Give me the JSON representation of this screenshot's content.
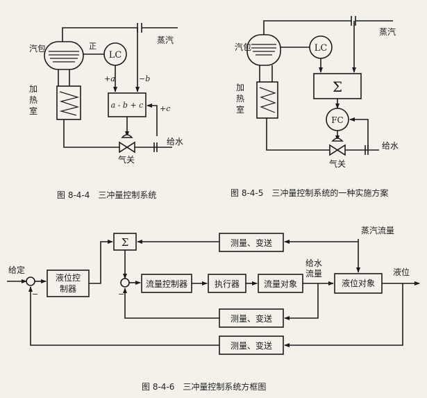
{
  "fig1": {
    "drum": "汽包",
    "heater": [
      "加",
      "热",
      "室"
    ],
    "positive": "正",
    "controller": "LC",
    "plus_a": "+a",
    "minus_b": "−b",
    "plus_c": "+c",
    "calc": "a - b + c",
    "steam": "蒸汽",
    "feedwater": "给水",
    "valve": "气关",
    "caption": "图 8-4-4　三冲量控制系统"
  },
  "fig2": {
    "drum": "汽包",
    "heater": [
      "加",
      "热",
      "室"
    ],
    "controller": "LC",
    "summer": "Σ",
    "flow_controller": "FC",
    "steam": "蒸汽",
    "feedwater": "给水",
    "valve": "气关",
    "caption": "图 8-4-5　三冲量控制系统的一种实施方案"
  },
  "fig3": {
    "setpoint": "给定",
    "minus": "−",
    "level_controller": [
      "液位控",
      "制器"
    ],
    "summer": "Σ",
    "flow_controller": "流量控制器",
    "actuator": "执行器",
    "flow_object": "流量对象",
    "level_object": "液位对象",
    "measure_top": "测量、变送",
    "measure_mid": "测量、变送",
    "measure_bot": "测量、变送",
    "steam_flow": "蒸汽流量",
    "feed_flow": [
      "给水",
      "流量"
    ],
    "level": "液位",
    "caption": "图 8-4-6　三冲量控制系统方框图"
  }
}
